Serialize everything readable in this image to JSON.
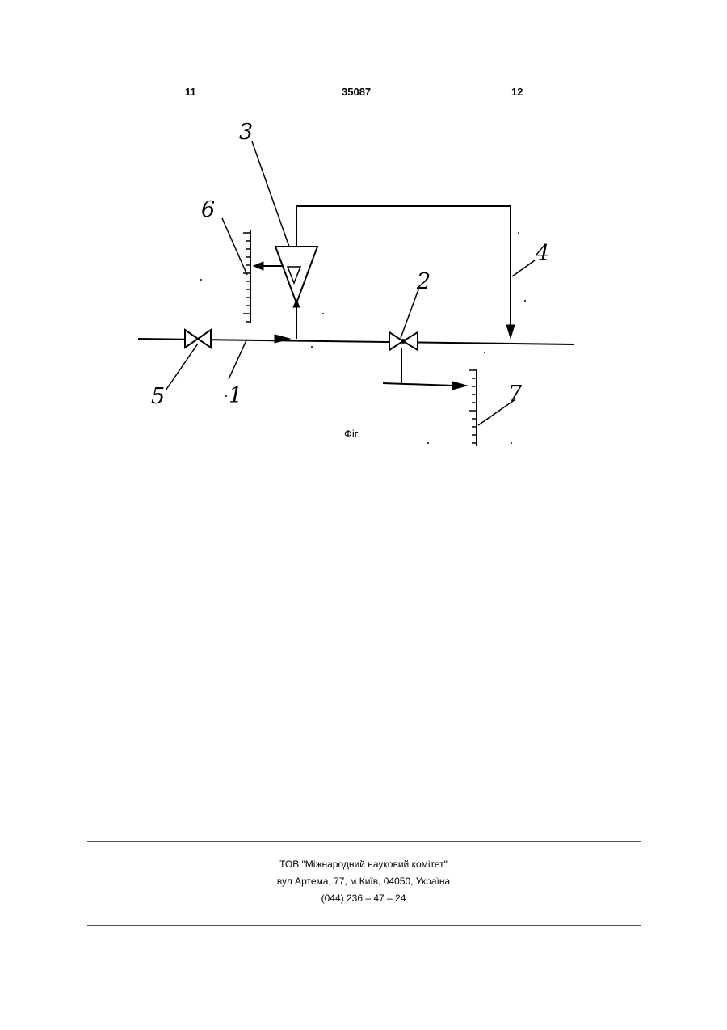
{
  "header": {
    "page_left": "11",
    "patent_number": "35087",
    "page_right": "12"
  },
  "figure": {
    "labels": {
      "pipeline": "1",
      "valve_outlet": "2",
      "separator": "3",
      "bypass_line": "4",
      "valve_inlet": "5",
      "gauge_upper": "6",
      "gauge_lower": "7"
    },
    "caption": "Фіг."
  },
  "footer": {
    "company": "ТОВ \"Міжнародний науковий комітет\"",
    "address": "вул  Артема, 77, м  Київ, 04050, Україна",
    "phone": "(044) 236 – 47 – 24"
  }
}
